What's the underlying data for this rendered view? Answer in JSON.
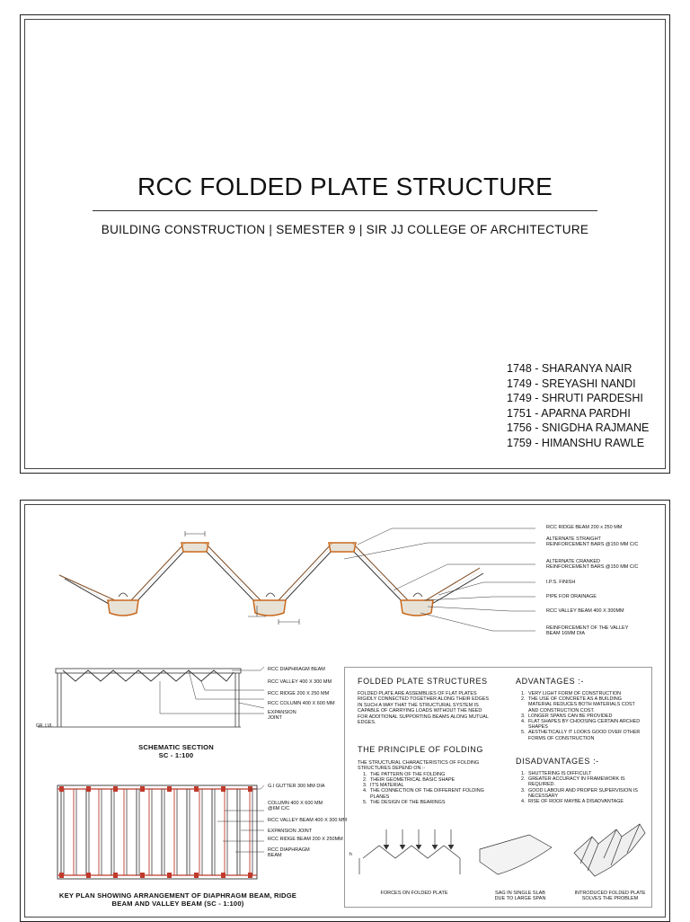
{
  "slide1": {
    "title": "RCC FOLDED PLATE STRUCTURE",
    "subtitle": "BUILDING CONSTRUCTION  |  SEMESTER 9  |  SIR JJ COLLEGE OF ARCHITECTURE",
    "members": [
      "1748 - SHARANYA NAIR",
      "1749 - SREYASHI NANDI",
      "1749 - SHRUTI PARDESHI",
      "1751 - APARNA PARDHI",
      "1756 - SNIGDHA RAJMANE",
      "1759 - HIMANSHU RAWLE"
    ]
  },
  "slide2": {
    "section_labels": [
      "RCC RIDGE BEAM 200 x 250 MM",
      "ALTERNATE STRAIGHT\nREINFORCEMENT BARS @150 MM C/C",
      "ALTERNATE CRANKED\nREINFORCEMENT BARS @150 MM C/C",
      "I.P.S. FINISH",
      "PIPE FOR DRAINAGE",
      "RCC VALLEY BEAM 400 X 300MM",
      "REINFORCEMENT OF THE VALLEY\nBEAM 16MM DIA"
    ],
    "schematic_labels": [
      "RCC DIAPHRAGM BEAM",
      "RCC VALLEY 400 X 300 MM",
      "RCC RIDGE 200 X 250 MM",
      "RCC COLUMN 400 X 600 MM",
      "EXPANSION\nJOINT"
    ],
    "gr_lvl": "GR. LVL",
    "schematic_caption": "SCHEMATIC SECTION\nSC - 1:100",
    "keyplan_labels": [
      "G.I GUTTER 300 MM DIA",
      "COLUMN 400 X 600 MM\n@6M C/C",
      "RCC VALLEY BEAM 400 X 300 MM",
      "EXPANSION JOINT",
      "RCC RIDGE BEAM 200 X 250MM",
      "RCC DIAPHRAGM\nBEAM"
    ],
    "keyplan_caption": "KEY PLAN SHOWING ARRANGEMENT OF DIAPHRAGM BEAM, RIDGE\nBEAM AND VALLEY BEAM (SC - 1:100)",
    "panel": {
      "folded_title": "FOLDED PLATE STRUCTURES",
      "folded_text": "FOLDED PLATE ARE ASSEMBLIES OF FLAT PLATES RIGIDLY CONNECTED TOGETHER ALONG THEIR EDGES IN SUCH A WAY THAT THE STRUCTURAL SYSTEM IS CAPABLE OF CARRYING LOADS WITHOUT THE NEED FOR ADDITIONAL SUPPORTING BEAMS ALONG MUTUAL EDGES.",
      "principle_title": "THE PRINCIPLE OF FOLDING",
      "principle_intro": "THE STRUCTURAL CHARACTERISTICS OF FOLDING STRUCTURES DEPEND ON :-",
      "principle_items": [
        "THE PATTERN OF THE FOLDING",
        "THEIR GEOMETRICAL BASIC SHAPE",
        "IT'S MATERIAL",
        "THE CONNECTION OF THE DIFFERENT FOLDING PLANES",
        "THE DESIGN OF THE BEARINGS"
      ],
      "adv_title": "ADVANTAGES :-",
      "adv_items": [
        "VERY LIGHT FORM OF CONSTRUCTION",
        "THE USE OF CONCRETE AS A BUILDING MATERIAL REDUCES BOTH MATERIALS COST AND CONSTRUCTION COST.",
        "LONGER SPANS CAN BE PROVIDED",
        "FLAT SHAPES BY CHOOSING CERTAIN ARCHED SHAPES",
        "AESTHETICALLY IT LOOKS GOOD OVER OTHER FORMS OF CONSTRUCTION"
      ],
      "disadv_title": "DISADVANTAGES :-",
      "disadv_items": [
        "SHUTTERING IS DIFFICULT",
        "GREATER ACCURACY IN FRAMEWORK IS REQUIRED.",
        "GOOD LABOUR AND PROPER SUPERVISION IS NECESSARY",
        "RISE OF ROOF MAYBE A DISADVANTAGE"
      ],
      "fig_captions": [
        "FORCES ON FOLDED PLATE",
        "SAG IN SINGLE SLAB\nDUE TO LARGE SPAN",
        "INTRODUCED FOLDED PLATE\nSOLVES THE PROBLEM"
      ],
      "fig_h": "h"
    }
  },
  "colors": {
    "concrete_edge": "#c8691e",
    "rebar": "#c0392b",
    "frame": "#222222"
  }
}
